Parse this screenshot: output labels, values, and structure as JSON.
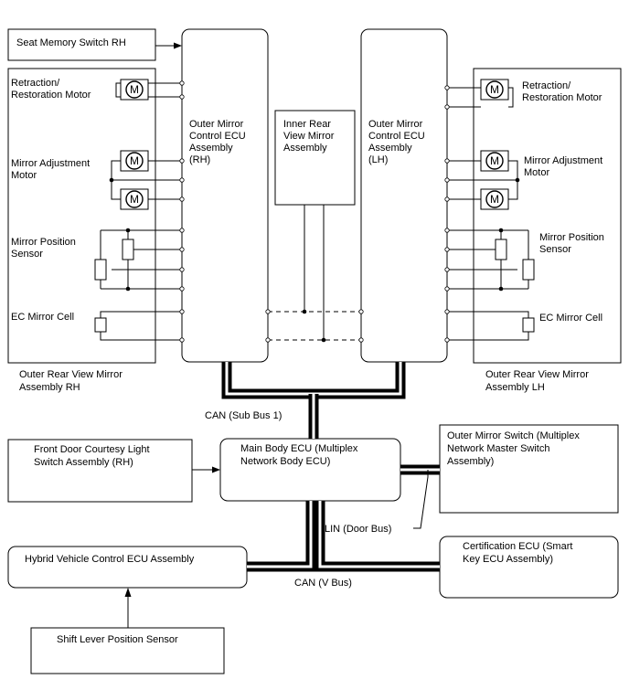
{
  "labels": {
    "seat_memory_switch": [
      "Seat Memory Switch RH"
    ],
    "outer_ecu_rh": [
      "Outer Mirror",
      "Control ECU",
      "Assembly",
      "(RH)"
    ],
    "inner_mirror": [
      "Inner Rear",
      "View Mirror",
      "Assembly"
    ],
    "outer_ecu_lh": [
      "Outer Mirror",
      "Control ECU",
      "Assembly",
      "(LH)"
    ],
    "retraction_motor_rh": [
      "Retraction/",
      "Restoration Motor"
    ],
    "retraction_motor_lh": [
      "Retraction/",
      "Restoration Motor"
    ],
    "adjustment_motor_rh": [
      "Mirror Adjustment",
      "Motor"
    ],
    "adjustment_motor_lh": [
      "Mirror Adjustment",
      "Motor"
    ],
    "position_sensor_rh": [
      "Mirror Position",
      "Sensor"
    ],
    "position_sensor_lh": [
      "Mirror Position",
      "Sensor"
    ],
    "ec_cell_rh": [
      "EC Mirror Cell"
    ],
    "ec_cell_lh": [
      "EC Mirror Cell"
    ],
    "outer_rear_mirror_rh": [
      "Outer Rear View Mirror",
      "Assembly RH"
    ],
    "outer_rear_mirror_lh": [
      "Outer Rear View Mirror",
      "Assembly LH"
    ],
    "can_sub_bus": [
      "CAN (Sub Bus 1)"
    ],
    "front_door_courtesy": [
      "Front Door Courtesy Light",
      "Switch Assembly (RH)"
    ],
    "main_body_ecu": [
      "Main Body ECU (Multiplex",
      "Network Body ECU)"
    ],
    "outer_mirror_switch": [
      "Outer Mirror Switch (Multiplex",
      "Network Master Switch",
      "Assembly)"
    ],
    "lin_door_bus": [
      "LIN (Door Bus)"
    ],
    "hybrid_ecu": [
      "Hybrid Vehicle Control ECU Assembly"
    ],
    "certification_ecu": [
      "Certification ECU (Smart",
      "Key ECU Assembly)"
    ],
    "can_v_bus": [
      "CAN (V Bus)"
    ],
    "shift_lever_sensor": [
      "Shift Lever Position Sensor"
    ],
    "motor_symbol": "M"
  }
}
